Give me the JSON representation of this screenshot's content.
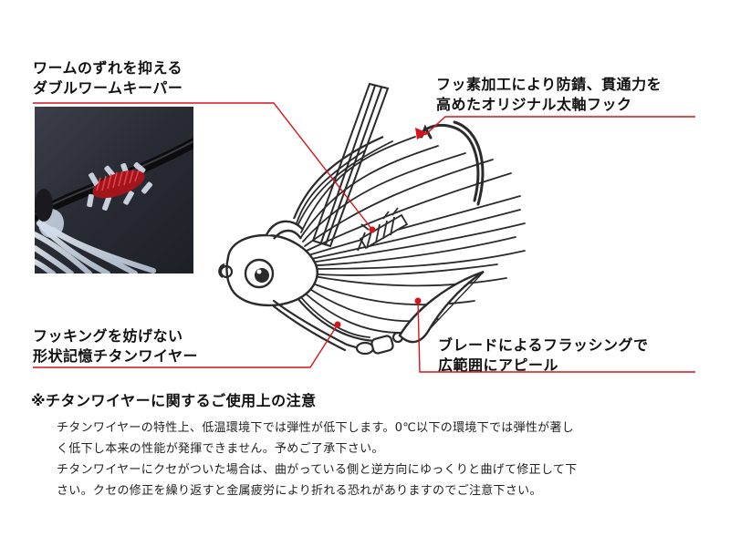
{
  "labels": {
    "worm_keeper": [
      "ワームのずれを抑える",
      "ダブルワームキーパー"
    ],
    "hook": [
      "フッ素加工により防錆、貫通力を",
      "高めたオリジナル太軸フック"
    ],
    "wire": [
      "フッキングを妨げない",
      "形状記憶チタンワイヤー"
    ],
    "blade": [
      "ブレードによるフラッシングで",
      "広範囲にアピール"
    ]
  },
  "notes": {
    "title": "※チタンワイヤーに関するご使用上の注意",
    "lines": [
      "チタンワイヤーの特性上、低温環境下では弾性が低下します。0℃以下の環境下では弾性が著し",
      "く低下し本来の性能が発揮できません。予めご了承下さい。",
      "チタンワイヤーにクセがついた場合は、曲がっている側と逆方向にゆっくりと曲げて修正して下",
      "さい。クセの修正を繰り返すと金属疲労により折れる恐れがありますのでご注意下さい。"
    ]
  },
  "colors": {
    "accent": "#d4141c",
    "outline": "#2b2b2b",
    "text": "#111111"
  }
}
